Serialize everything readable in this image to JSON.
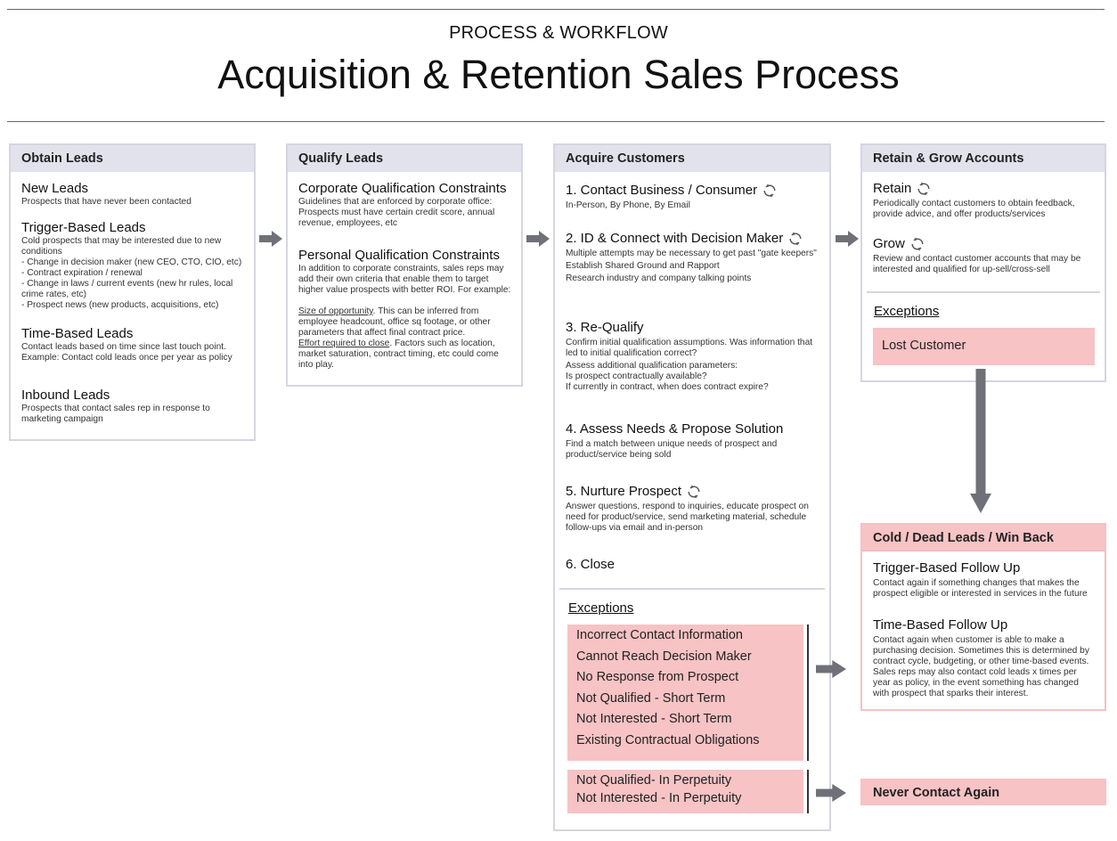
{
  "header": {
    "kicker": "PROCESS & WORKFLOW",
    "title": "Acquisition & Retention Sales Process"
  },
  "colors": {
    "panel_header": "#e2e2ec",
    "panel_border": "#d6d6e0",
    "exception_fill": "#f7c3c5",
    "arrow": "#707078"
  },
  "obtain_leads": {
    "title": "Obtain Leads",
    "new_leads": {
      "title": "New Leads",
      "desc": "Prospects that have never been contacted"
    },
    "trigger_leads": {
      "title": "Trigger-Based Leads",
      "desc": "Cold prospects that may be interested due to new conditions",
      "items": [
        "- Change in decision maker (new CEO, CTO, CIO, etc)",
        "- Contract expiration / renewal",
        "- Change in laws / current events (new hr rules, local crime rates, etc)",
        "- Prospect news (new products, acquisitions, etc)"
      ]
    },
    "time_leads": {
      "title": "Time-Based Leads",
      "desc": "Contact leads based on time since last touch point. Example: Contact cold leads once per year as policy"
    },
    "inbound_leads": {
      "title": "Inbound Leads",
      "desc": "Prospects that contact sales rep in response to marketing campaign"
    }
  },
  "qualify_leads": {
    "title": "Qualify Leads",
    "corporate": {
      "title": "Corporate Qualification Constraints",
      "desc": "Guidelines that are enforced by corporate office: Prospects must have certain credit score, annual revenue, employees, etc"
    },
    "personal": {
      "title": "Personal Qualification Constraints",
      "desc": "In addition to corporate constraints, sales reps may add their own criteria that enable them to target higher value prospects with better ROI. For example:",
      "size_label": "Size of opportunity",
      "size_desc": ". This can be inferred from employee headcount, office sq footage, or other parameters that affect final contract price.",
      "effort_label": "Effort required to close",
      "effort_desc": ". Factors such as location, market saturation, contract timing, etc could come into play."
    }
  },
  "acquire_customers": {
    "title": "Acquire Customers",
    "steps": [
      {
        "title": "1. Contact Business / Consumer",
        "desc": "In-Person, By Phone, By Email",
        "icon": "cycle-icon"
      },
      {
        "title": "2. ID & Connect with Decision Maker",
        "desc": "Multiple attempts may be necessary to get past \"gate keepers\"",
        "extra1": "Establish Shared Ground and Rapport",
        "extra2": "Research industry and company talking points",
        "icon": "cycle-icon"
      },
      {
        "title": "3. Re-Qualify",
        "desc": "Confirm initial qualification assumptions. Was information that led to initial qualification correct?",
        "extra1": "Assess additional qualification parameters:",
        "extra2": "Is prospect contractually available?",
        "extra3": "If currently in contract, when does contract expire?"
      },
      {
        "title": "4. Assess Needs & Propose Solution",
        "desc": "Find a match between unique needs of prospect and product/service being sold"
      },
      {
        "title": "5. Nurture Prospect",
        "desc": "Answer questions, respond to inquiries, educate prospect on need for product/service, send marketing material, schedule follow-ups via email and in-person",
        "icon": "cycle-icon"
      },
      {
        "title": "6. Close"
      }
    ],
    "exceptions_label": "Exceptions",
    "exceptions_short": [
      "Incorrect Contact Information",
      "Cannot Reach Decision Maker",
      "No Response from Prospect",
      "Not Qualified - Short Term",
      "Not Interested - Short Term",
      "Existing Contractual Obligations"
    ],
    "exceptions_perpetual": [
      "Not Qualified- In Perpetuity",
      "Not Interested - In Perpetuity"
    ]
  },
  "retain_grow": {
    "title": "Retain & Grow Accounts",
    "retain": {
      "title": "Retain",
      "desc": "Periodically contact customers to obtain feedback, provide advice, and offer products/services"
    },
    "grow": {
      "title": "Grow",
      "desc": "Review and contact customer accounts that may be interested and qualified for up-sell/cross-sell"
    },
    "exceptions_label": "Exceptions",
    "lost_customer": "Lost Customer"
  },
  "win_back": {
    "title": "Cold / Dead Leads / Win Back",
    "trigger": {
      "title": "Trigger-Based Follow Up",
      "desc": "Contact again if something changes that makes the prospect eligible or interested in services in the future"
    },
    "time": {
      "title": "Time-Based Follow Up",
      "desc": "Contact again when customer is able to make a purchasing decision. Sometimes this is determined by contract cycle, budgeting, or other time-based events. Sales reps may also contact cold leads x times per year as policy, in the event something has changed with prospect that sparks their interest."
    }
  },
  "never_contact": {
    "title": "Never Contact Again"
  }
}
